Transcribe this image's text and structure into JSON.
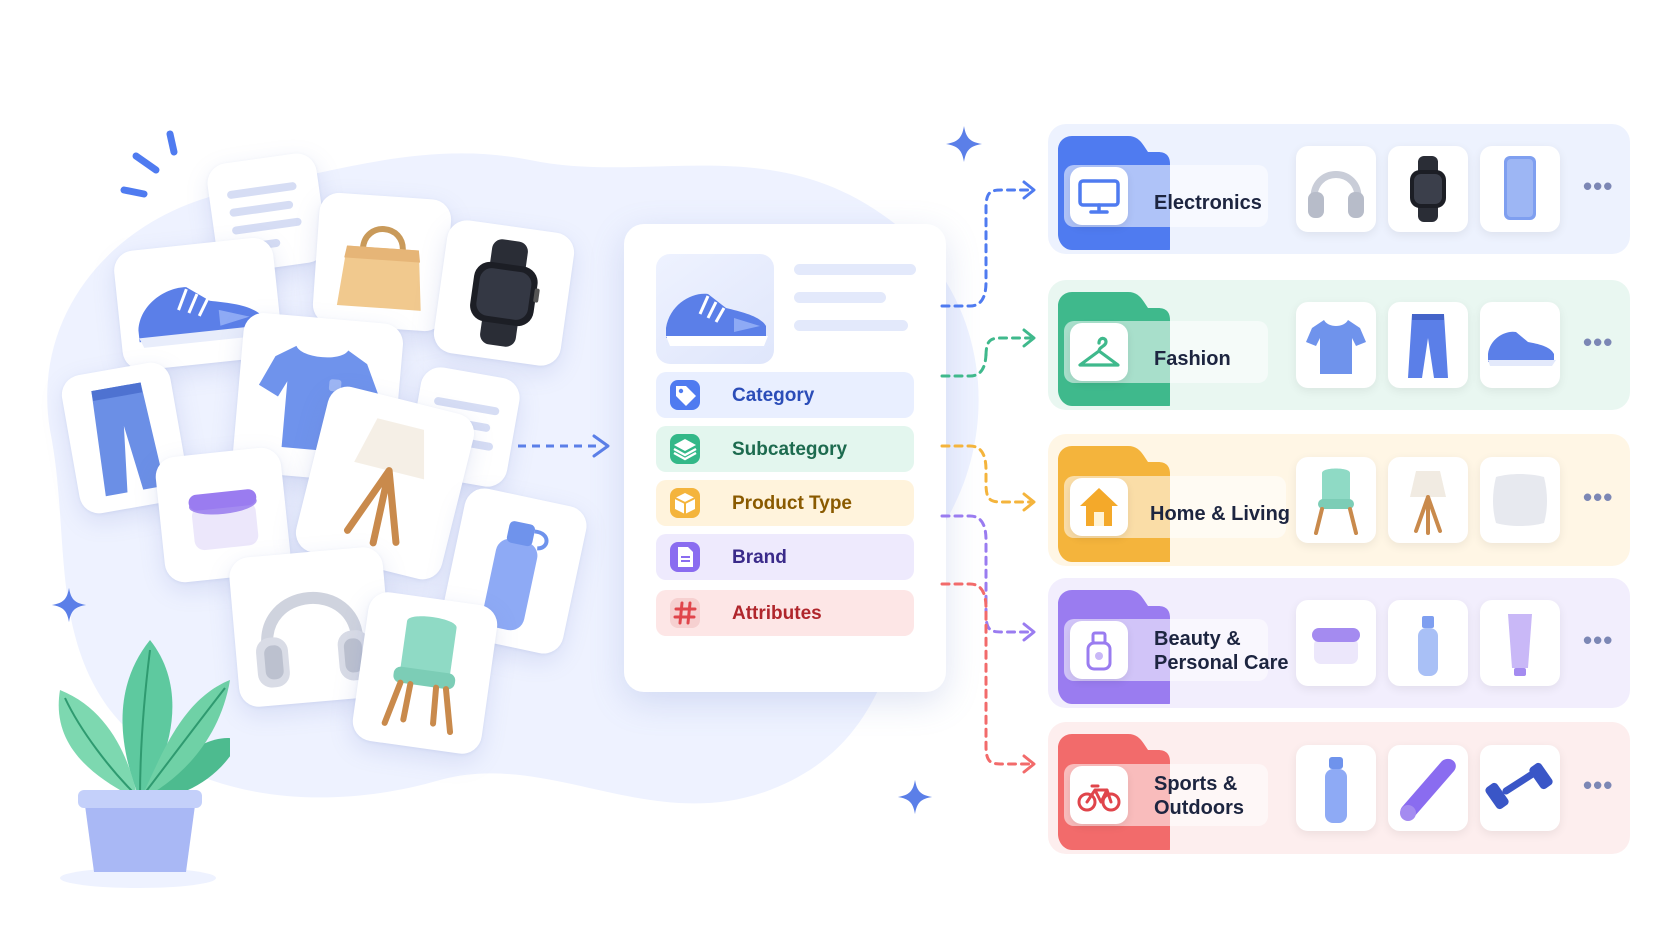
{
  "attributes": [
    {
      "label": "Category",
      "color": "#2b4db8",
      "bg": "#e9efff",
      "icon_bg": "#4f7bf0",
      "icon": "tag-icon"
    },
    {
      "label": "Subcategory",
      "color": "#1d6b4f",
      "bg": "#e3f6ee",
      "icon_bg": "#33b888",
      "icon": "layers-icon"
    },
    {
      "label": "Product Type",
      "color": "#8a5a00",
      "bg": "#fff3dc",
      "icon_bg": "#f4b43c",
      "icon": "box-icon"
    },
    {
      "label": "Brand",
      "color": "#3a2a8a",
      "bg": "#eeeafd",
      "icon_bg": "#8a6cf0",
      "icon": "document-icon"
    },
    {
      "label": "Attributes",
      "color": "#b0262c",
      "bg": "#fde6e6",
      "icon_bg": "#f6d0d0",
      "icon": "hash-icon"
    }
  ],
  "categories": [
    {
      "label": "Electronics",
      "icon": "monitor-icon",
      "accent": "#4f7bf0",
      "bg": "#edf2fe",
      "products": [
        "headphones-icon",
        "smartwatch-icon",
        "smartphone-icon"
      ]
    },
    {
      "label": "Fashion",
      "icon": "hanger-icon",
      "accent": "#3fb98c",
      "bg": "#e9f7f1",
      "products": [
        "tshirt-icon",
        "jeans-icon",
        "sneaker-icon"
      ]
    },
    {
      "label": "Home & Living",
      "icon": "house-icon",
      "accent": "#f4b43c",
      "bg": "#fff6e5",
      "products": [
        "chair-icon",
        "lamp-icon",
        "pillow-icon"
      ]
    },
    {
      "label": "Beauty & Personal Care",
      "label_lines": [
        "Beauty &",
        "Personal Care"
      ],
      "icon": "perfume-icon",
      "accent": "#9a7cf0",
      "bg": "#f2eefd",
      "products": [
        "cream-jar-icon",
        "bottle-icon",
        "tube-icon"
      ]
    },
    {
      "label": "Sports & Outdoors",
      "label_lines": [
        "Sports &",
        "Outdoors"
      ],
      "icon": "bicycle-icon",
      "accent": "#f26b6b",
      "bg": "#fdeeee",
      "products": [
        "water-bottle-icon",
        "yoga-mat-icon",
        "dumbbell-icon"
      ]
    }
  ],
  "more_indicator": "•••",
  "colors": {
    "flow_arrow": "#5b7fe8",
    "blob": "#eef2ff"
  }
}
